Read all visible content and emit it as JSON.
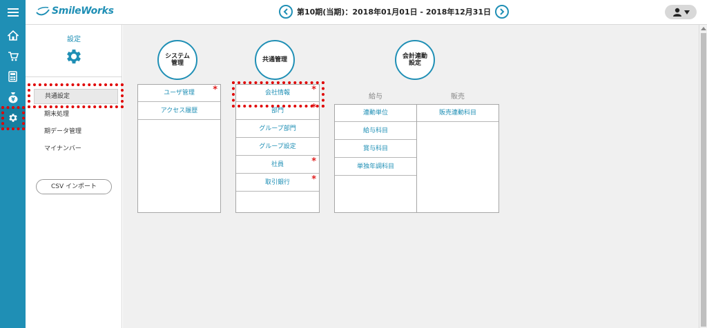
{
  "app": {
    "logo_text": "SmileWorks"
  },
  "header": {
    "period_text": "第10期(当期)：2018年01月01日 - 2018年12月31日"
  },
  "sidebar": {
    "title": "設定",
    "items": [
      {
        "label": "共通設定"
      },
      {
        "label": "期末処理"
      },
      {
        "label": "期データ管理"
      },
      {
        "label": "マイナンバー"
      }
    ],
    "csv_button": "CSV インポート"
  },
  "sections": {
    "system": {
      "title_line1": "システム",
      "title_line2": "管理",
      "rows": [
        {
          "label": "ユーザ管理",
          "required": "*"
        },
        {
          "label": "アクセス履歴"
        }
      ]
    },
    "common": {
      "title": "共通管理",
      "rows": [
        {
          "label": "会社情報",
          "required": "*"
        },
        {
          "label": "部門",
          "required": "*"
        },
        {
          "label": "グループ部門"
        },
        {
          "label": "グループ設定"
        },
        {
          "label": "社員",
          "required": "*"
        },
        {
          "label": "取引銀行",
          "required": "*"
        }
      ]
    },
    "accounting": {
      "title_line1": "会計連動",
      "title_line2": "設定",
      "payroll_head": "給与",
      "sales_head": "販売",
      "payroll_rows": [
        {
          "label": "連動単位"
        },
        {
          "label": "給与科目"
        },
        {
          "label": "賞与科目"
        },
        {
          "label": "単独年調科目"
        }
      ],
      "sales_rows": [
        {
          "label": "販売連動科目"
        }
      ]
    }
  },
  "colors": {
    "accent": "#1f8fb5",
    "required": "#e02020",
    "highlight": "#e00000"
  }
}
